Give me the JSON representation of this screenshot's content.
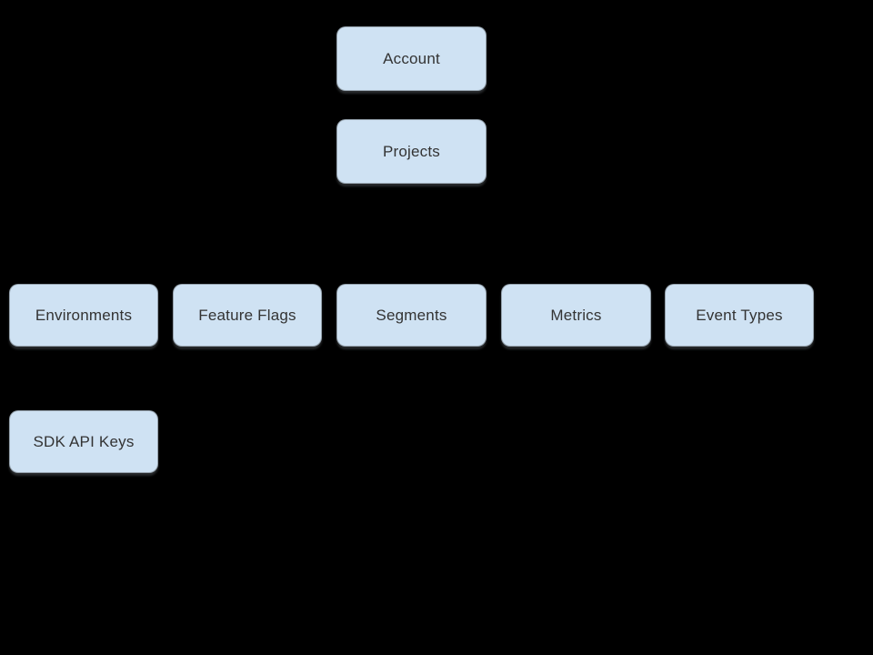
{
  "diagram": {
    "background_color": "#000000",
    "node_fill_color": "#cfe2f3",
    "node_text_color": "#333333",
    "nodes": {
      "account": {
        "label": "Account"
      },
      "projects": {
        "label": "Projects"
      },
      "environments": {
        "label": "Environments"
      },
      "feature_flags": {
        "label": "Feature Flags"
      },
      "segments": {
        "label": "Segments"
      },
      "metrics": {
        "label": "Metrics"
      },
      "event_types": {
        "label": "Event Types"
      },
      "sdk_api_keys": {
        "label": "SDK API Keys"
      }
    }
  }
}
